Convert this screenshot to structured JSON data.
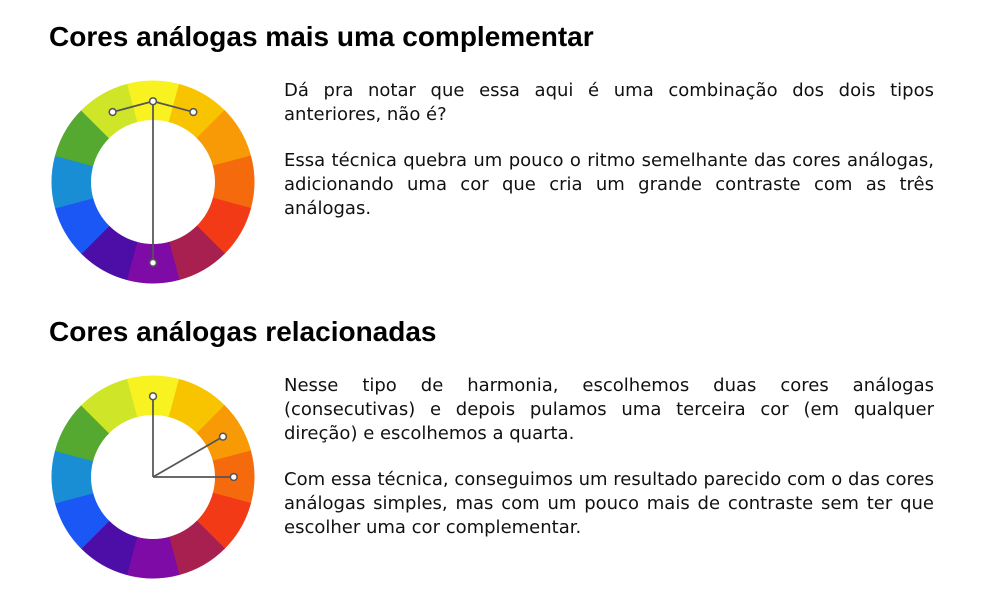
{
  "sections": [
    {
      "title": "Cores análogas mais uma complementar",
      "paragraphs": [
        "Dá pra notar que essa aqui é uma combinação dos dois tipos anteriores, não é?",
        "Essa técnica quebra um pouco o ritmo semelhante das cores análogas, adicionando uma cor que cria um grande contraste com as três análogas."
      ]
    },
    {
      "title": "Cores análogas relacionadas",
      "paragraphs": [
        "Nesse tipo de harmonia, escolhemos duas cores análogas (consecutivas) e depois pulamos uma terceira cor (em qualquer direção) e escolhemos a quarta.",
        "Com essa técnica, conseguimos um resultado parecido com o das cores análogas simples, mas com um pouco mais de contraste sem ter que escolher uma cor complementar."
      ]
    }
  ],
  "color_wheel": {
    "segment_colors": [
      "#f8f220",
      "#f8c400",
      "#f79a05",
      "#f56a0c",
      "#f23a17",
      "#a8204f",
      "#7e0ba5",
      "#4c0ea7",
      "#1b57f4",
      "#1a8ed4",
      "#55a830",
      "#cfe528"
    ],
    "marker_color": "#555555"
  }
}
